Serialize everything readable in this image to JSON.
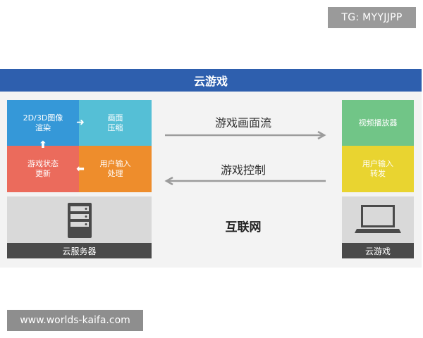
{
  "watermarks": {
    "top": "TG: MYYJJPP",
    "bottom": "www.worlds-kaifa.com"
  },
  "title": "云游戏",
  "server_grid": {
    "render": [
      "2D/3D图像",
      "渲染"
    ],
    "compress": [
      "画面",
      "压缩"
    ],
    "update": [
      "游戏状态",
      "更新"
    ],
    "process": [
      "用户输入",
      "处理"
    ]
  },
  "server_label": "云服务器",
  "flows": {
    "video_stream": "游戏画面流",
    "control": "游戏控制"
  },
  "internet": "互联网",
  "client_grid": {
    "player": "视频播放器",
    "forward": [
      "用户输入",
      "转发"
    ]
  },
  "client_label": "云游戏",
  "colors": {
    "title_bar": "#2e5fae",
    "render": "#3598d8",
    "compress": "#55bfd6",
    "update": "#eb6b5c",
    "process": "#ee8d2c",
    "player": "#71c587",
    "forward": "#e9d430",
    "arrow": "#9b9b9b"
  },
  "icons": {
    "server": "server-icon",
    "client": "laptop-icon"
  }
}
